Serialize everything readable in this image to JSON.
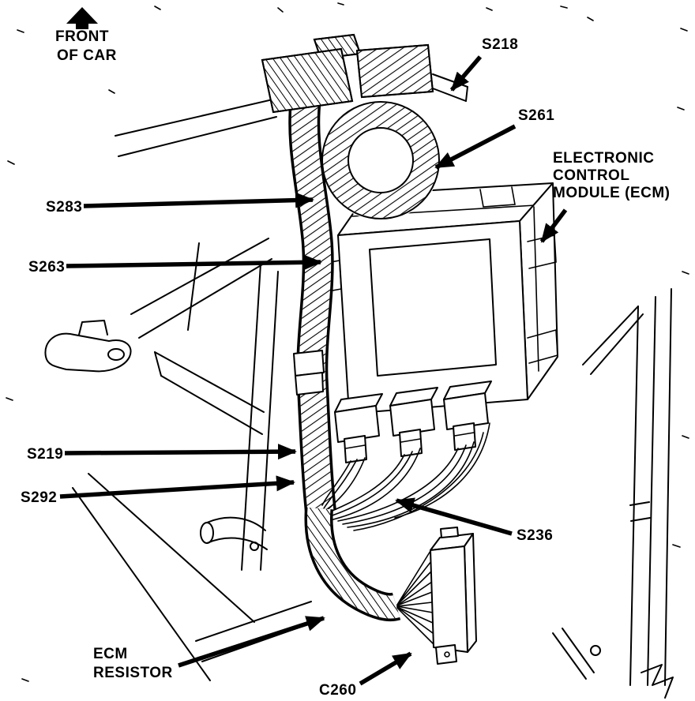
{
  "diagram": {
    "subject": "Electronic Control Module (ECM) wiring-harness routing illustration",
    "style": "black line art on white paper",
    "ink_color": "#000000",
    "paper_color": "#ffffff"
  },
  "orientation": {
    "arrow_icon": "up-arrow",
    "line1": "FRONT",
    "line2": "OF CAR"
  },
  "callouts": {
    "s218": "S218",
    "s261": "S261",
    "s283": "S283",
    "s263": "S263",
    "s219": "S219",
    "s292": "S292",
    "s236": "S236",
    "c260": "C260"
  },
  "component_labels": {
    "ecm": {
      "line1": "ELECTRONIC",
      "line2": "CONTROL",
      "line3": "MODULE (ECM)"
    },
    "ecm_resistor": {
      "line1": "ECM",
      "line2": "RESISTOR"
    }
  }
}
